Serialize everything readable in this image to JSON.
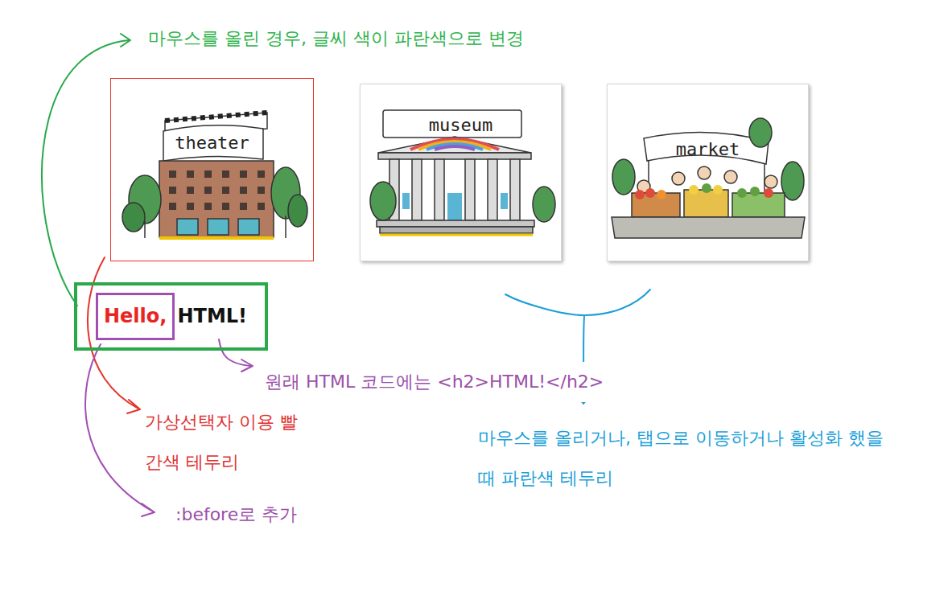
{
  "diagram": {
    "nodes": [
      {
        "text": [
          "theater"
        ]
      },
      {
        "text": [
          "museum"
        ]
      },
      {
        "text": [
          "market"
        ]
      },
      {
        "text": [
          "HTML!"
        ]
      },
      {
        "text": [
          "Hello,"
        ],
        "in": 3
      }
    ],
    "labels": [
      "마우스를 올린 경우, 글씨 색이 파란색으로 변경",
      "원래 HTML 코드에는 <h2>HTML!</h2>",
      "가상선택자 이용 빨간색 테두리",
      "마우스를 올리거나, 탭으로 이동하거나 활성화 했을 때 파란색 테두리",
      ":before로 추가"
    ]
  }
}
